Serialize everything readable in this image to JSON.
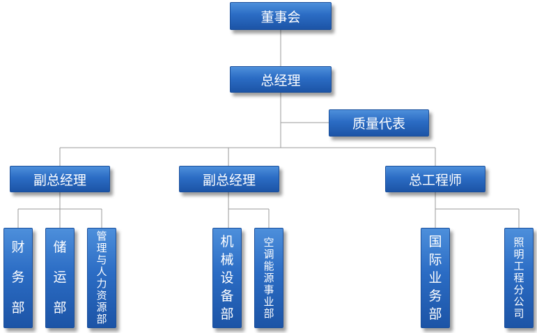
{
  "nodes": {
    "board": "董事会",
    "gm": "总经理",
    "quality": "质量代表",
    "vp1": "副总经理",
    "vp2": "副总经理",
    "chief_engineer": "总工程师",
    "finance": "财务部",
    "storage": "储运部",
    "management_hr": "管理与人力资源部",
    "mechanical": "机械设备部",
    "aircon": "空调能源事业部",
    "international": "国际业务部",
    "lighting": "照明工程分公司"
  },
  "colors": {
    "box": "#2b6cc4",
    "line": "#9a9a9a",
    "text": "#ffffff"
  }
}
